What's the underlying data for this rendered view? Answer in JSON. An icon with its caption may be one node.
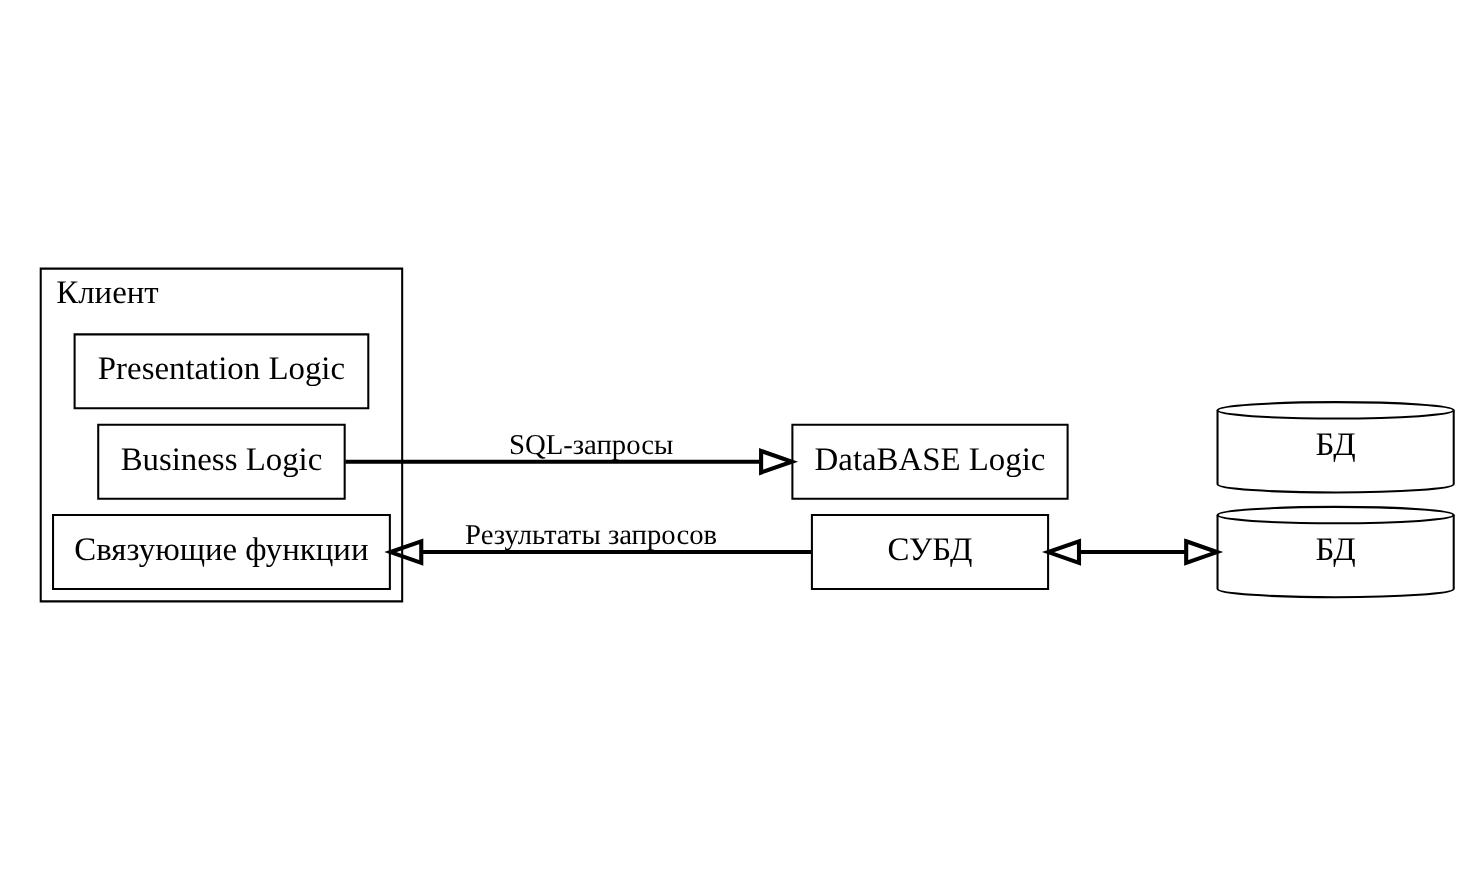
{
  "diagram": {
    "nodes": [
      {
        "text": [
          "Клиент"
        ]
      },
      {
        "text": [
          "Presentation Logic"
        ],
        "in": 0
      },
      {
        "text": [
          "Business Logic"
        ],
        "in": 0
      },
      {
        "text": [
          "Связующие функции"
        ],
        "in": 0
      },
      {
        "text": [
          "DataBASE Logic"
        ]
      },
      {
        "text": [
          "СУБД"
        ]
      },
      {
        "text": [
          "БД"
        ]
      },
      {
        "text": [
          "БД"
        ]
      }
    ],
    "edges": [
      {
        "from": 2,
        "to": 4,
        "arrow": "to",
        "label": "SQL-запросы"
      },
      {
        "from": 5,
        "to": 3,
        "arrow": "to",
        "label": "Результаты запросов"
      },
      {
        "from": 5,
        "to": 7,
        "arrow": "both"
      }
    ]
  }
}
